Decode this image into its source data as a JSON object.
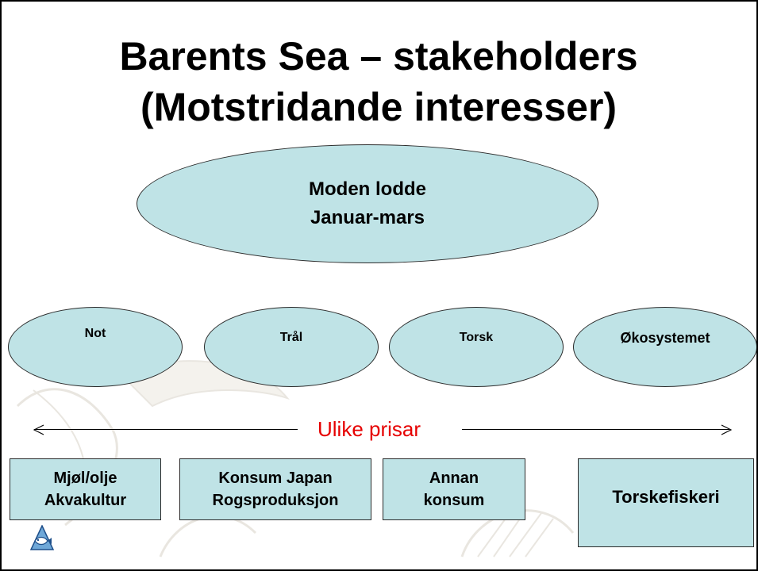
{
  "title": {
    "line1": "Barents Sea – stakeholders",
    "line2": "(Motstridande interesser)"
  },
  "main_ellipse": {
    "line1": "Moden lodde",
    "line2": "Januar-mars"
  },
  "stakeholders": [
    "Not",
    "Trål",
    "Torsk",
    "Økosystemet"
  ],
  "price_label": "Ulike prisar",
  "boxes": [
    {
      "line1": "Mjøl/olje",
      "line2": "Akvakultur"
    },
    {
      "line1": "Konsum Japan",
      "line2": "Rogsproduksjon"
    },
    {
      "line1": "Annan",
      "line2": "konsum"
    },
    {
      "line1": "Torskefiskeri",
      "line2": ""
    }
  ],
  "colors": {
    "shape_fill": "#bfe3e6",
    "price_label": "#e60000"
  },
  "logo_icon": "fish-triangle-logo-icon"
}
